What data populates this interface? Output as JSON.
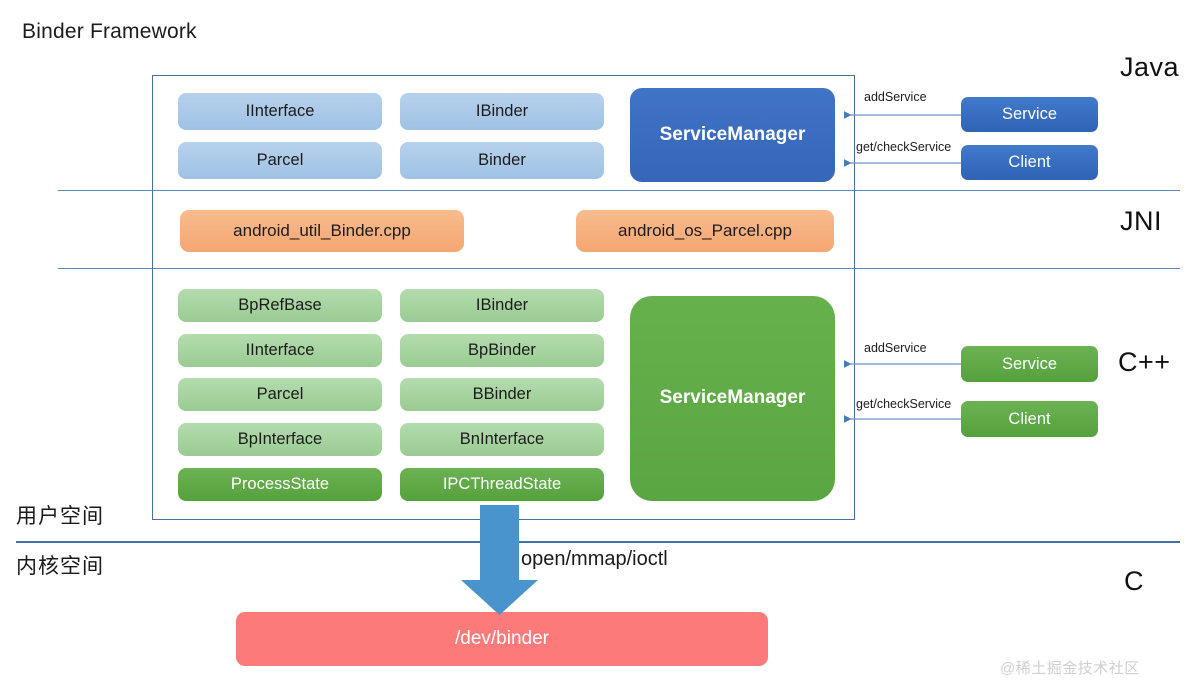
{
  "title": "Binder Framework",
  "layers": {
    "java": "Java",
    "jni": "JNI",
    "cpp": "C++",
    "c": "C"
  },
  "spaces": {
    "user": "用户空间",
    "kernel": "内核空间"
  },
  "java_layer": {
    "left_column": [
      "IInterface",
      "Parcel"
    ],
    "middle_column": [
      "IBinder",
      "Binder"
    ],
    "service_manager": "ServiceManager",
    "actors": [
      "Service",
      "Client"
    ],
    "edges": [
      "addService",
      "get/checkService"
    ]
  },
  "jni_layer": {
    "boxes": [
      "android_util_Binder.cpp",
      "android_os_Parcel.cpp"
    ]
  },
  "cpp_layer": {
    "left_column": [
      "BpRefBase",
      "IInterface",
      "Parcel",
      "BpInterface",
      "ProcessState"
    ],
    "middle_column": [
      "IBinder",
      "BpBinder",
      "BBinder",
      "BnInterface",
      "IPCThreadState"
    ],
    "service_manager": "ServiceManager",
    "actors": [
      "Service",
      "Client"
    ],
    "edges": [
      "addService",
      "get/checkService"
    ]
  },
  "kernel_layer": {
    "syscalls": "open/mmap/ioctl",
    "device": "/dev/binder"
  },
  "watermark": "@稀土掘金技术社区",
  "colors": {
    "java_light": "#a9c8e8",
    "java_dark": "#3a6fc4",
    "jni_orange": "#f7b27e",
    "cpp_light": "#a5d6a0",
    "cpp_strong": "#62ad47",
    "kernel_red": "#fc7878",
    "rule_blue": "#5b86bb"
  }
}
